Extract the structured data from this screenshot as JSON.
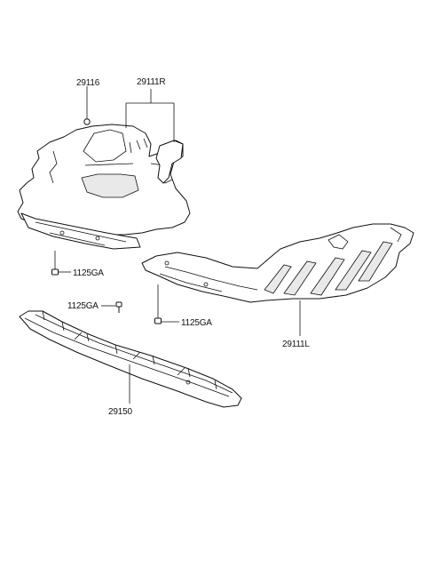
{
  "labels": {
    "p29116": "29116",
    "p29111R": "29111R",
    "p1125GA_a": "1125GA",
    "p1125GA_b": "1125GA",
    "p1125GA_c": "1125GA",
    "p29111L": "29111L",
    "p29150": "29150"
  }
}
